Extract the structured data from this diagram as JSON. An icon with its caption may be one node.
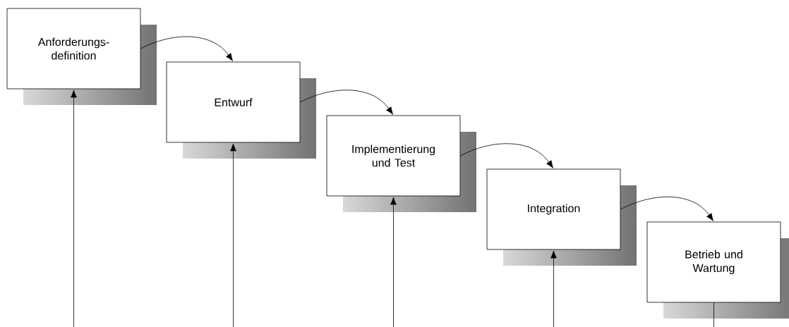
{
  "diagram": {
    "nodes": [
      {
        "text": [
          "Anforderungs- definition"
        ]
      },
      {
        "text": [
          "Entwurf"
        ]
      },
      {
        "text": [
          "Implementierung und Test"
        ]
      },
      {
        "text": [
          "Integration"
        ]
      },
      {
        "text": [
          "Betrieb und Wartung"
        ]
      }
    ],
    "edges": [
      {
        "from": 0,
        "to": 1,
        "arrow": "to"
      },
      {
        "from": 1,
        "to": 2,
        "arrow": "to"
      },
      {
        "from": 2,
        "to": 3,
        "arrow": "to"
      },
      {
        "from": 3,
        "to": 4,
        "arrow": "to"
      },
      {
        "from": null,
        "to": 0,
        "arrow": "to"
      },
      {
        "from": null,
        "to": 1,
        "arrow": "to"
      },
      {
        "from": null,
        "to": 2,
        "arrow": "to"
      },
      {
        "from": null,
        "to": 3,
        "arrow": "to"
      },
      {
        "from": 4,
        "to": null,
        "arrow": "none"
      }
    ]
  }
}
